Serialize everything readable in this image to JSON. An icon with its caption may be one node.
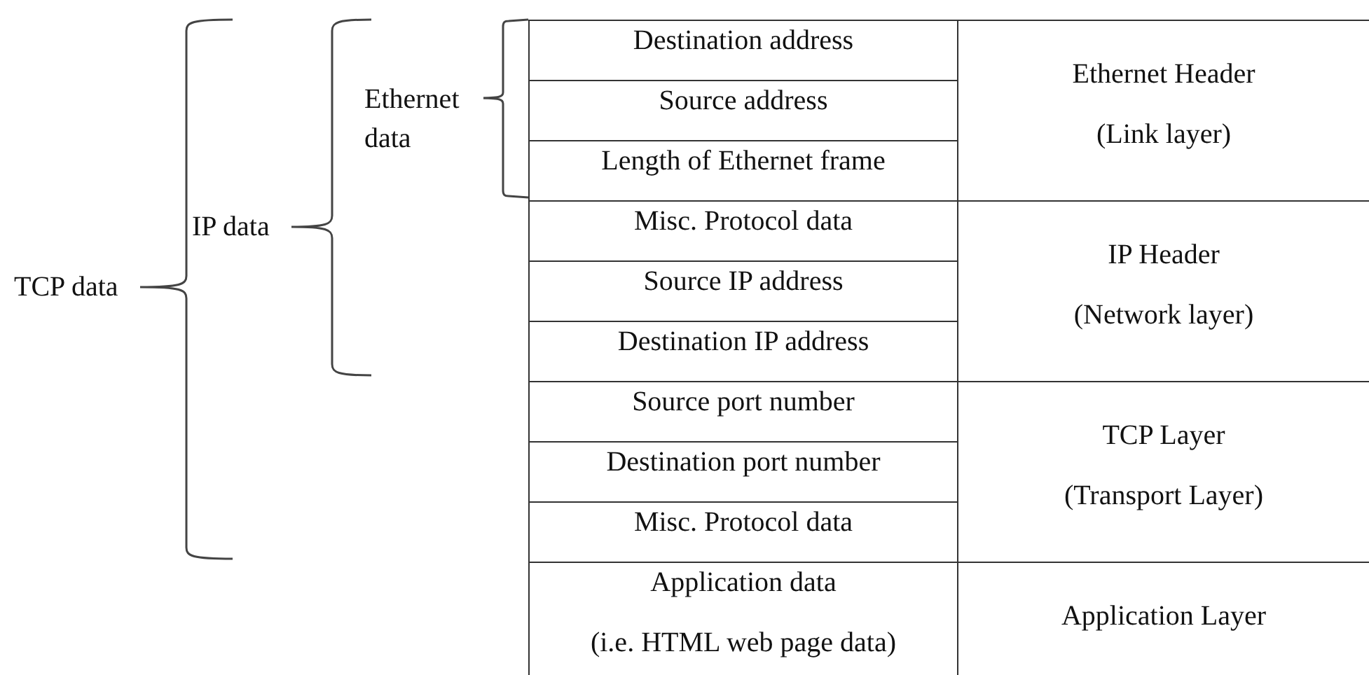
{
  "diagram": {
    "labels": [
      "Ethernet data",
      "IP data",
      "TCP data",
      "Destination address",
      "Source address",
      "Length of Ethernet frame",
      "Ethernet Header",
      "(Link layer)",
      "Misc. Protocol data",
      "Source IP address",
      "Destination IP address",
      "IP Header",
      "(Network layer)",
      "Source port number",
      "Destination port number",
      "Misc. Protocol data",
      "TCP Layer",
      "(Transport Layer)",
      "Application data",
      "(i.e. HTML web page data)",
      "Application Layer"
    ]
  }
}
